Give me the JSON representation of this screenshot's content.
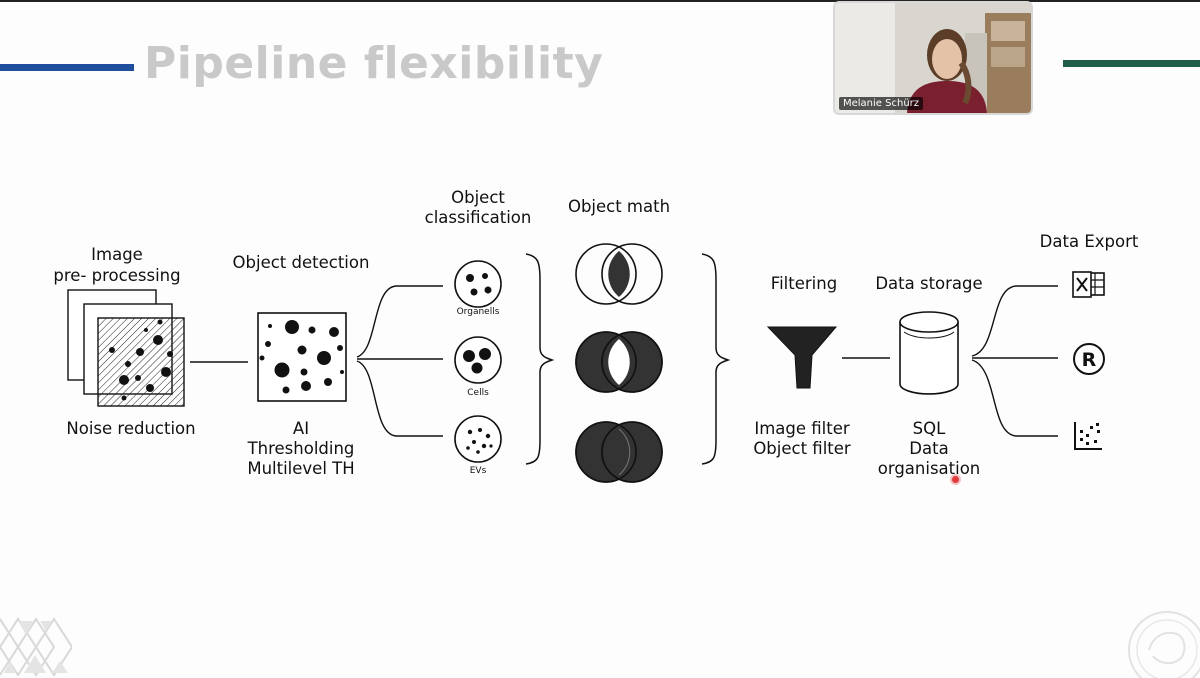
{
  "slide": {
    "title": "Pipeline flexibility"
  },
  "stages": {
    "preprocessing": {
      "title_lines": [
        "Image",
        "pre- processing"
      ],
      "caption": "Noise reduction"
    },
    "detection": {
      "title": "Object detection",
      "caption_lines": [
        "AI",
        "Thresholding",
        "Multilevel TH"
      ]
    },
    "classification": {
      "title_lines": [
        "Object",
        "classification"
      ],
      "items": [
        "Organells",
        "Cells",
        "EVs"
      ]
    },
    "math": {
      "title": "Object math"
    },
    "filtering": {
      "title": "Filtering",
      "caption_lines": [
        "Image filter",
        "Object filter"
      ]
    },
    "storage": {
      "title": "Data storage",
      "caption_lines": [
        "SQL",
        "Data",
        "organisation"
      ]
    },
    "export": {
      "title": "Data Export",
      "icons": [
        "excel-icon",
        "r-language-icon",
        "scatter-plot-icon"
      ]
    }
  },
  "video": {
    "participant_name": "Melanie Schürz"
  },
  "colors": {
    "title": "#c9c9c9",
    "bar_left": "#1f4f9c",
    "bar_right": "#1f5e4a",
    "ink": "#111111",
    "pointer": "#e23b3b"
  }
}
